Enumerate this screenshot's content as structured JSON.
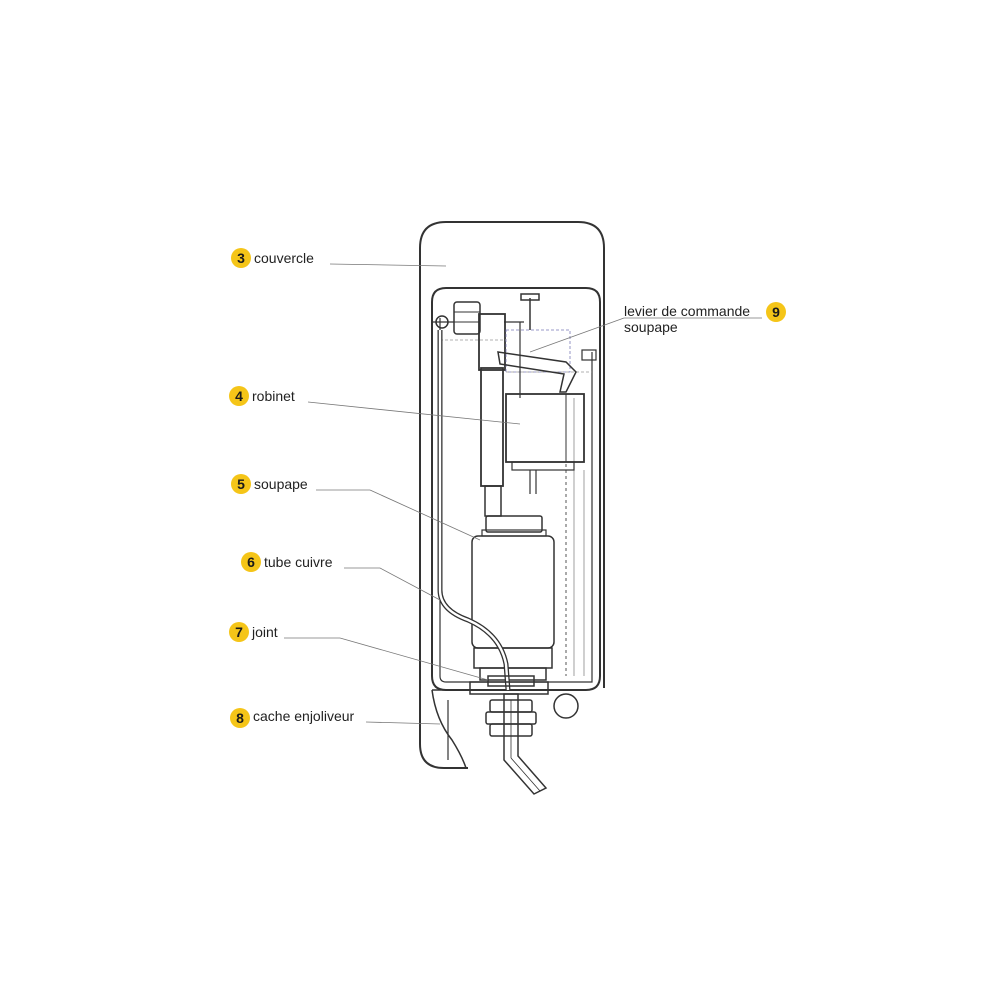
{
  "colors": {
    "badge": "#f5c518",
    "outline": "#333333",
    "leader": "#777777"
  },
  "labels": [
    {
      "number": "3",
      "text": "couvercle"
    },
    {
      "number": "4",
      "text": "robinet"
    },
    {
      "number": "5",
      "text": "soupape"
    },
    {
      "number": "6",
      "text": "tube cuivre"
    },
    {
      "number": "7",
      "text": "joint"
    },
    {
      "number": "8",
      "text": "cache enjoliveur"
    },
    {
      "number": "9",
      "text": "levier de commande",
      "text_line2": "soupape"
    }
  ]
}
